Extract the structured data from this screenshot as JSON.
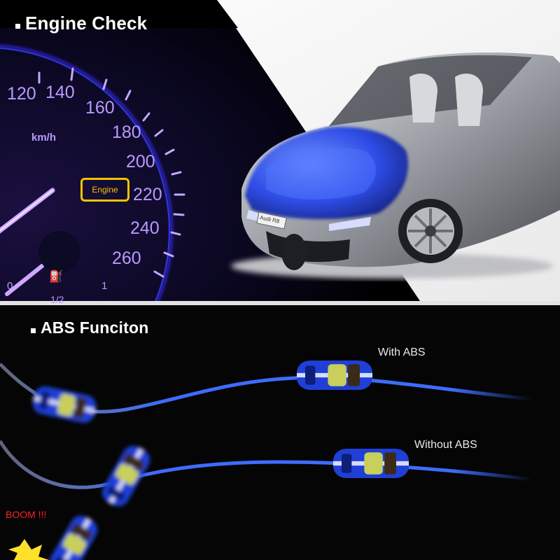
{
  "engine_section": {
    "title": "Engine Check",
    "speed_unit": "km/h",
    "speed_ticks": [
      "120",
      "140",
      "160",
      "180",
      "200",
      "220",
      "240",
      "260"
    ],
    "engine_light_label": "Engine",
    "fuel_gauge_labels": [
      "0",
      "1/2",
      "1"
    ],
    "car_badge": "Audi R8",
    "colors": {
      "gauge_glow": "#5a3cff",
      "engine_light": "#f2c400",
      "highlight": "#2850ff"
    }
  },
  "abs_section": {
    "title": "ABS Funciton",
    "with_abs_label": "With ABS",
    "without_abs_label": "Without ABS",
    "crash_label": "BOOM !!!",
    "colors": {
      "path": "#3d6cff",
      "car_body": "#1f3fd6",
      "boom": "#ff2020"
    }
  }
}
